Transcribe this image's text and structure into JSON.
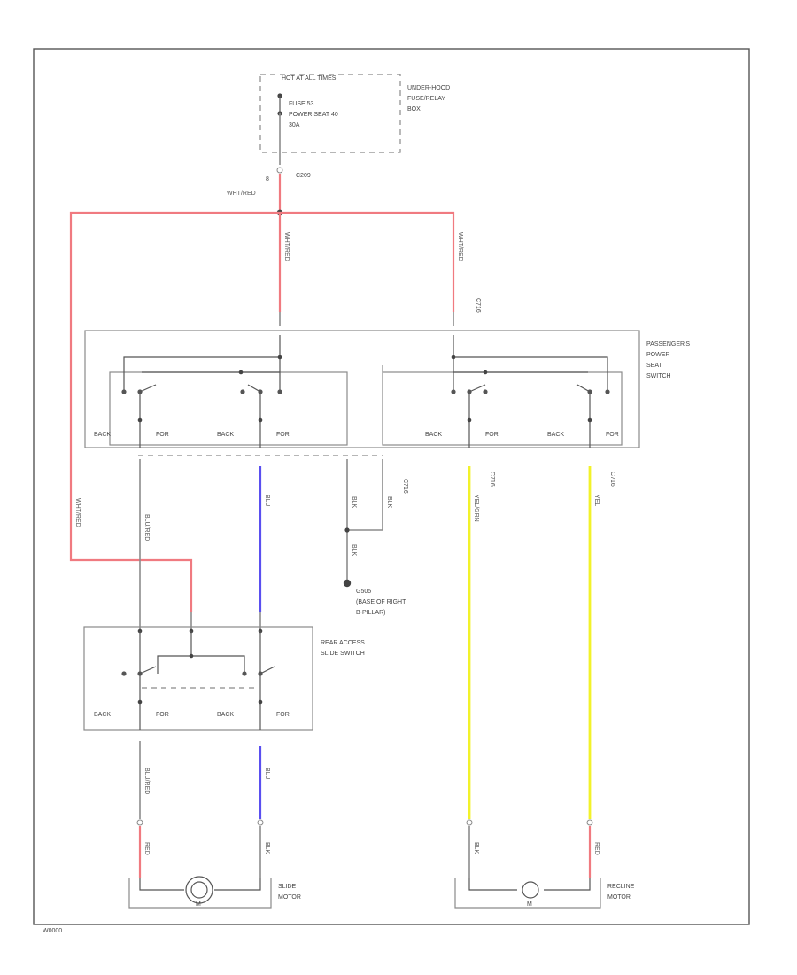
{
  "fuse_box": {
    "header": "HOT AT ALL TIMES",
    "fuse_line1": "FUSE 53",
    "fuse_line2": "POWER SEAT 40",
    "fuse_line3": "30A",
    "name_line1": "UNDER-HOOD",
    "name_line2": "FUSE/RELAY",
    "name_line3": "BOX"
  },
  "connectors": {
    "c209": "C209",
    "c209_pin": "8",
    "c716_top": "C716",
    "c716_mid": "C716",
    "c716_left": "C716",
    "c716_right": "C716"
  },
  "wires": {
    "main_feed": "WHT/RED",
    "branch_left": "WHT/RED",
    "branch_right": "WHT/RED",
    "outer_left": "WHT/RED",
    "slide_back": "BLU/RED",
    "slide_for": "BLU",
    "ground_a": "BLK",
    "ground_b": "BLK",
    "ground_c": "BLK",
    "recline_back": "YEL/GRN",
    "recline_for": "YEL",
    "motor_slide_back": "BLU/RED",
    "motor_slide_for": "BLU",
    "motor_slide_l": "RED",
    "motor_slide_r": "BLK",
    "motor_rec_l": "BLK",
    "motor_rec_r": "RED"
  },
  "switch": {
    "name_line1": "PASSENGER'S",
    "name_line2": "POWER",
    "name_line3": "SEAT",
    "name_line4": "SWITCH",
    "labels": [
      "BACK",
      "FOR",
      "BACK",
      "FOR",
      "BACK",
      "FOR",
      "BACK",
      "FOR"
    ]
  },
  "ground": {
    "line1": "G505",
    "line2": "(BASE OF RIGHT",
    "line3": "B-PILLAR)"
  },
  "access_switch": {
    "name_line1": "REAR ACCESS",
    "name_line2": "SLIDE SWITCH",
    "labels": [
      "BACK",
      "FOR",
      "BACK",
      "FOR"
    ]
  },
  "slide_motor": {
    "line1": "SLIDE",
    "line2": "MOTOR",
    "symbol": "M"
  },
  "recline_motor": {
    "line1": "RECLINE",
    "line2": "MOTOR",
    "symbol": "M"
  },
  "footer_code": "W0000"
}
